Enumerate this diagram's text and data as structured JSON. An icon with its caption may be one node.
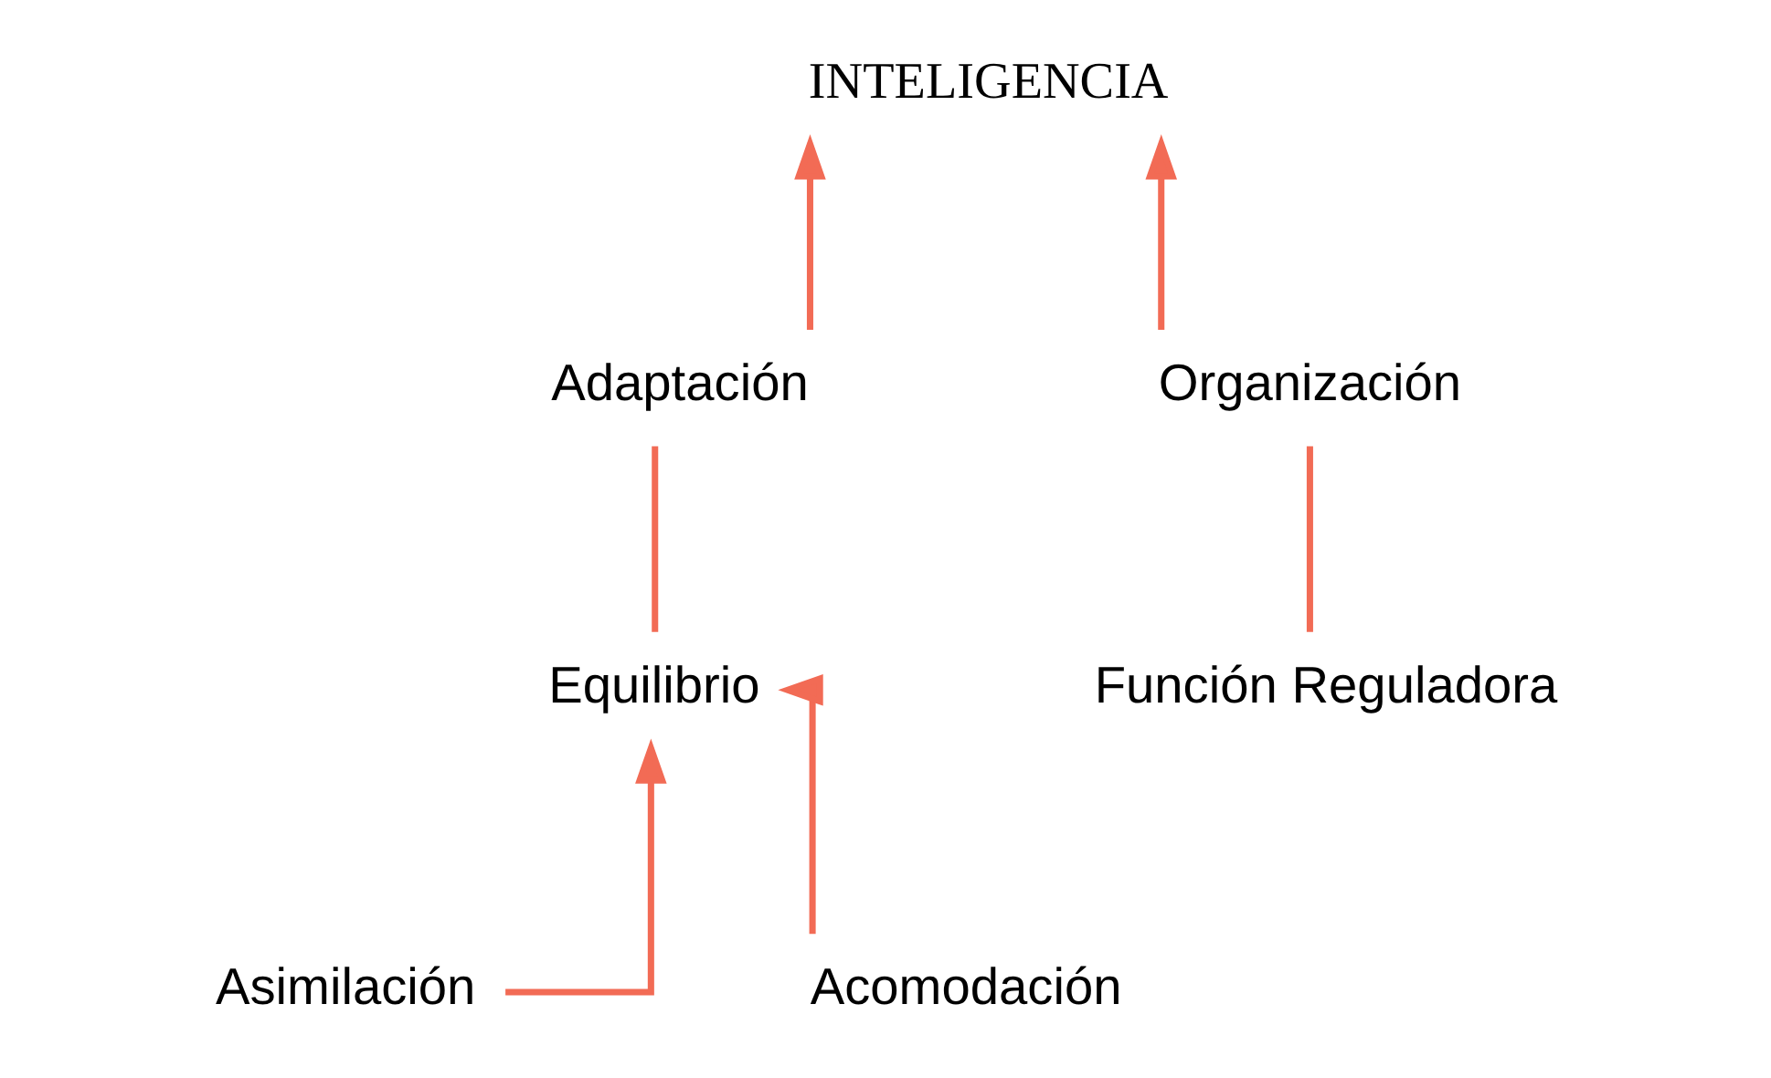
{
  "diagram": {
    "nodes": [
      {
        "text": [
          "INTELIGENCIA"
        ]
      },
      {
        "text": [
          "Adaptación"
        ]
      },
      {
        "text": [
          "Organización"
        ]
      },
      {
        "text": [
          "Equilibrio"
        ]
      },
      {
        "text": [
          "Función Reguladora"
        ]
      },
      {
        "text": [
          "Asimilación"
        ]
      },
      {
        "text": [
          "Acomodación"
        ]
      }
    ],
    "edges": [
      {
        "from": 1,
        "to": 0,
        "arrow": "to"
      },
      {
        "from": 2,
        "to": 0,
        "arrow": "to"
      },
      {
        "from": 1,
        "to": 3,
        "arrow": "none"
      },
      {
        "from": 2,
        "to": 4,
        "arrow": "none"
      },
      {
        "from": 5,
        "to": 3,
        "arrow": "to"
      },
      {
        "from": 6,
        "to": 3,
        "arrow": "to"
      }
    ]
  }
}
